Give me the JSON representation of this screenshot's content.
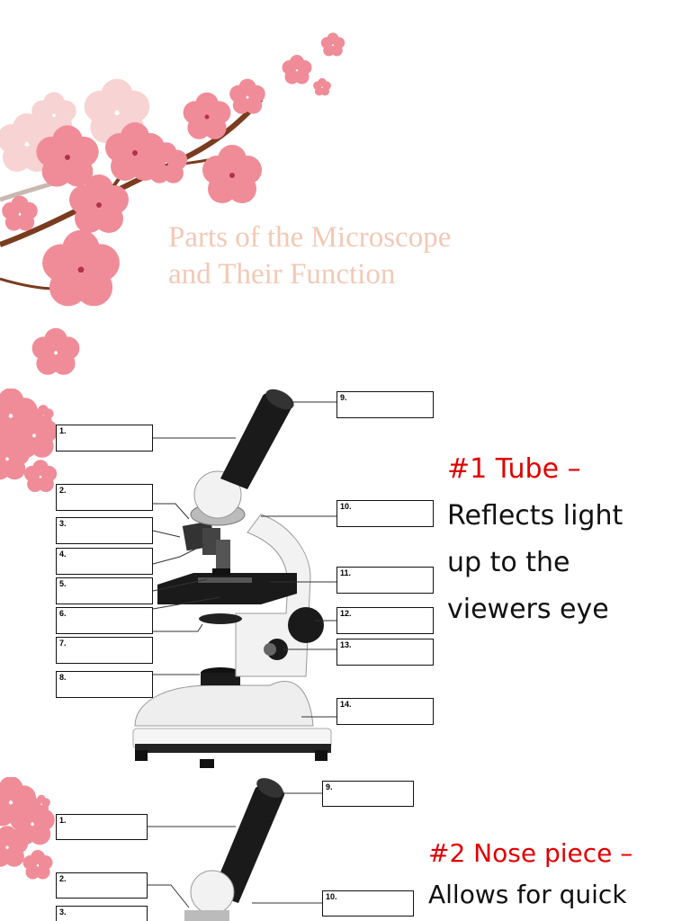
{
  "title_slide": {
    "title_lines": [
      "Parts of the Microscope",
      "and Their Function"
    ]
  },
  "label_numbers": [
    "1.",
    "2.",
    "3.",
    "4.",
    "5.",
    "6.",
    "7.",
    "8.",
    "9.",
    "10.",
    "11.",
    "12.",
    "13.",
    "14."
  ],
  "part_1": {
    "heading": "#1 Tube –",
    "function_lines": [
      "Reflects light",
      "up to the",
      "viewers eye"
    ]
  },
  "part_2": {
    "heading": "#2 Nose piece –",
    "function_lines": [
      "Allows for quick"
    ]
  },
  "colors": {
    "blossom": "#f08c98",
    "branch": "#7a3b1f",
    "title": "#f2c9b6",
    "heading_red": "#e00000"
  },
  "icons": [
    "cherry-blossom-branch",
    "microscope-illustration"
  ]
}
